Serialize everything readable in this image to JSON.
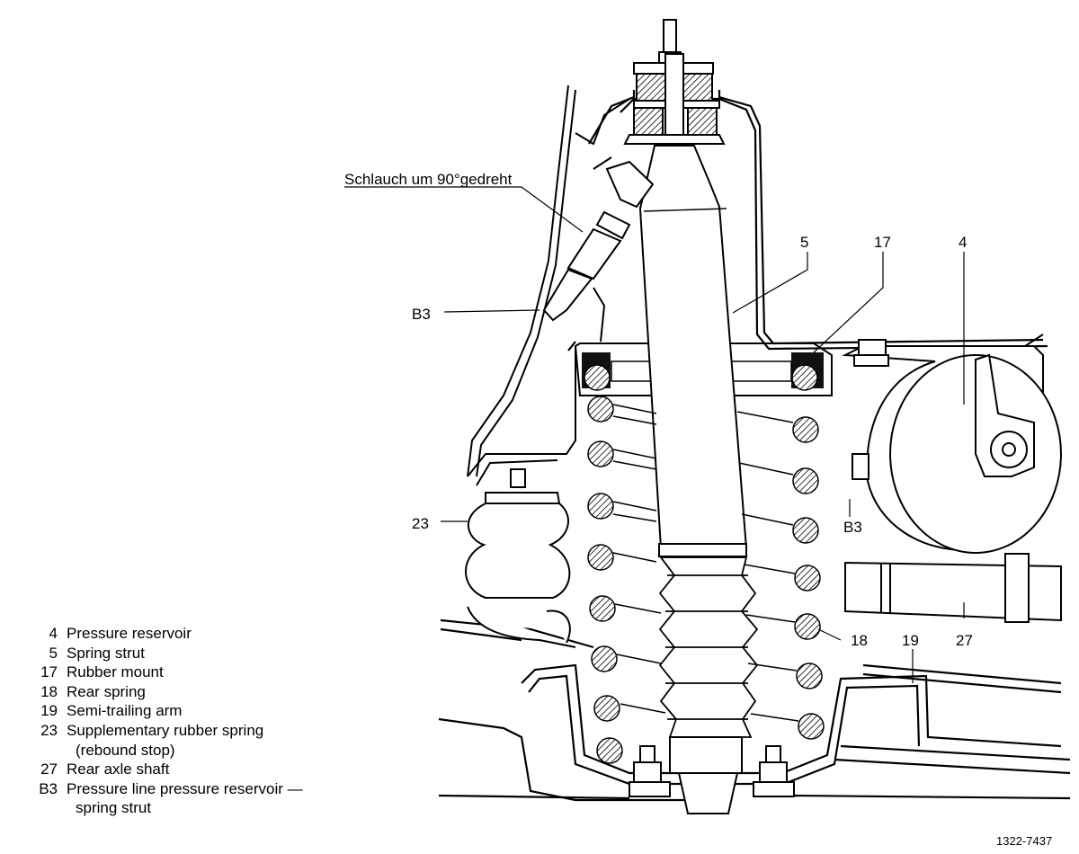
{
  "diagram": {
    "annotation_hose": "Schlauch um 90°gedreht",
    "callouts": {
      "b3_left": "B3",
      "b3_right": "B3",
      "c5": "5",
      "c17": "17",
      "c4": "4",
      "c23": "23",
      "c18": "18",
      "c19": "19",
      "c27": "27"
    },
    "figure_code": "1322-7437"
  },
  "legend": {
    "items": [
      {
        "num": "4",
        "text": "Pressure reservoir"
      },
      {
        "num": "5",
        "text": "Spring strut"
      },
      {
        "num": "17",
        "text": "Rubber mount"
      },
      {
        "num": "18",
        "text": "Rear spring"
      },
      {
        "num": "19",
        "text": "Semi-trailing arm"
      },
      {
        "num": "23",
        "text": "Supplementary rubber spring",
        "cont": "(rebound stop)"
      },
      {
        "num": "27",
        "text": "Rear axle shaft"
      },
      {
        "num": "B3",
        "text": "Pressure line pressure reservoir —",
        "cont": "spring strut"
      }
    ]
  }
}
